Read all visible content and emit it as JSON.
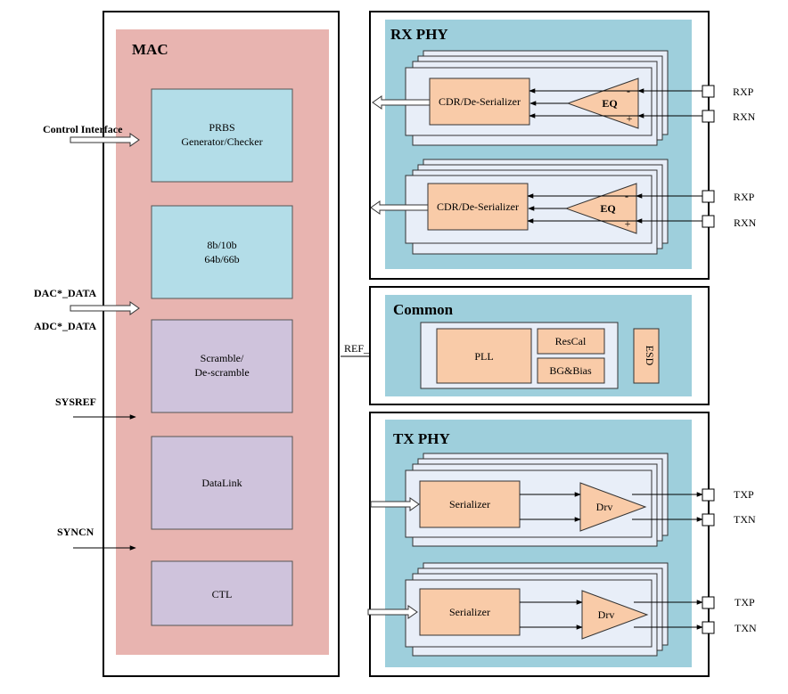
{
  "mac": {
    "title": "MAC",
    "prbs_line1": "PRBS",
    "prbs_line2": "Generator/Checker",
    "enc_line1": "8b/10b",
    "enc_line2": "64b/66b",
    "scr_line1": "Scramble/",
    "scr_line2": "De-scramble",
    "datalink": "DataLink",
    "ctl": "CTL"
  },
  "signals": {
    "control_interface": "Control Interface",
    "dac_data": "DAC*_DATA",
    "adc_data": "ADC*_DATA",
    "sysref": "SYSREF",
    "syncn": "SYNCN",
    "ref_clk": "REF_CLK"
  },
  "rx_phy": {
    "title": "RX PHY",
    "cdr": "CDR/De-Serializer",
    "eq": "EQ",
    "minus": "-",
    "plus": "+",
    "rxp": "RXP",
    "rxn": "RXN"
  },
  "common": {
    "title": "Common",
    "pll": "PLL",
    "rescal": "ResCal",
    "bgbias": "BG&Bias",
    "esd": "ESD"
  },
  "tx_phy": {
    "title": "TX PHY",
    "serializer": "Serializer",
    "drv": "Drv",
    "txp": "TXP",
    "txn": "TXN"
  },
  "colors": {
    "mac_fill": "#e8b4b0",
    "blue_block": "#b3dde8",
    "purple_block": "#cfc3dc",
    "phy_fill": "#9ecfdc",
    "lane_fill": "#e8eef8",
    "orange_block": "#f9cba8"
  }
}
